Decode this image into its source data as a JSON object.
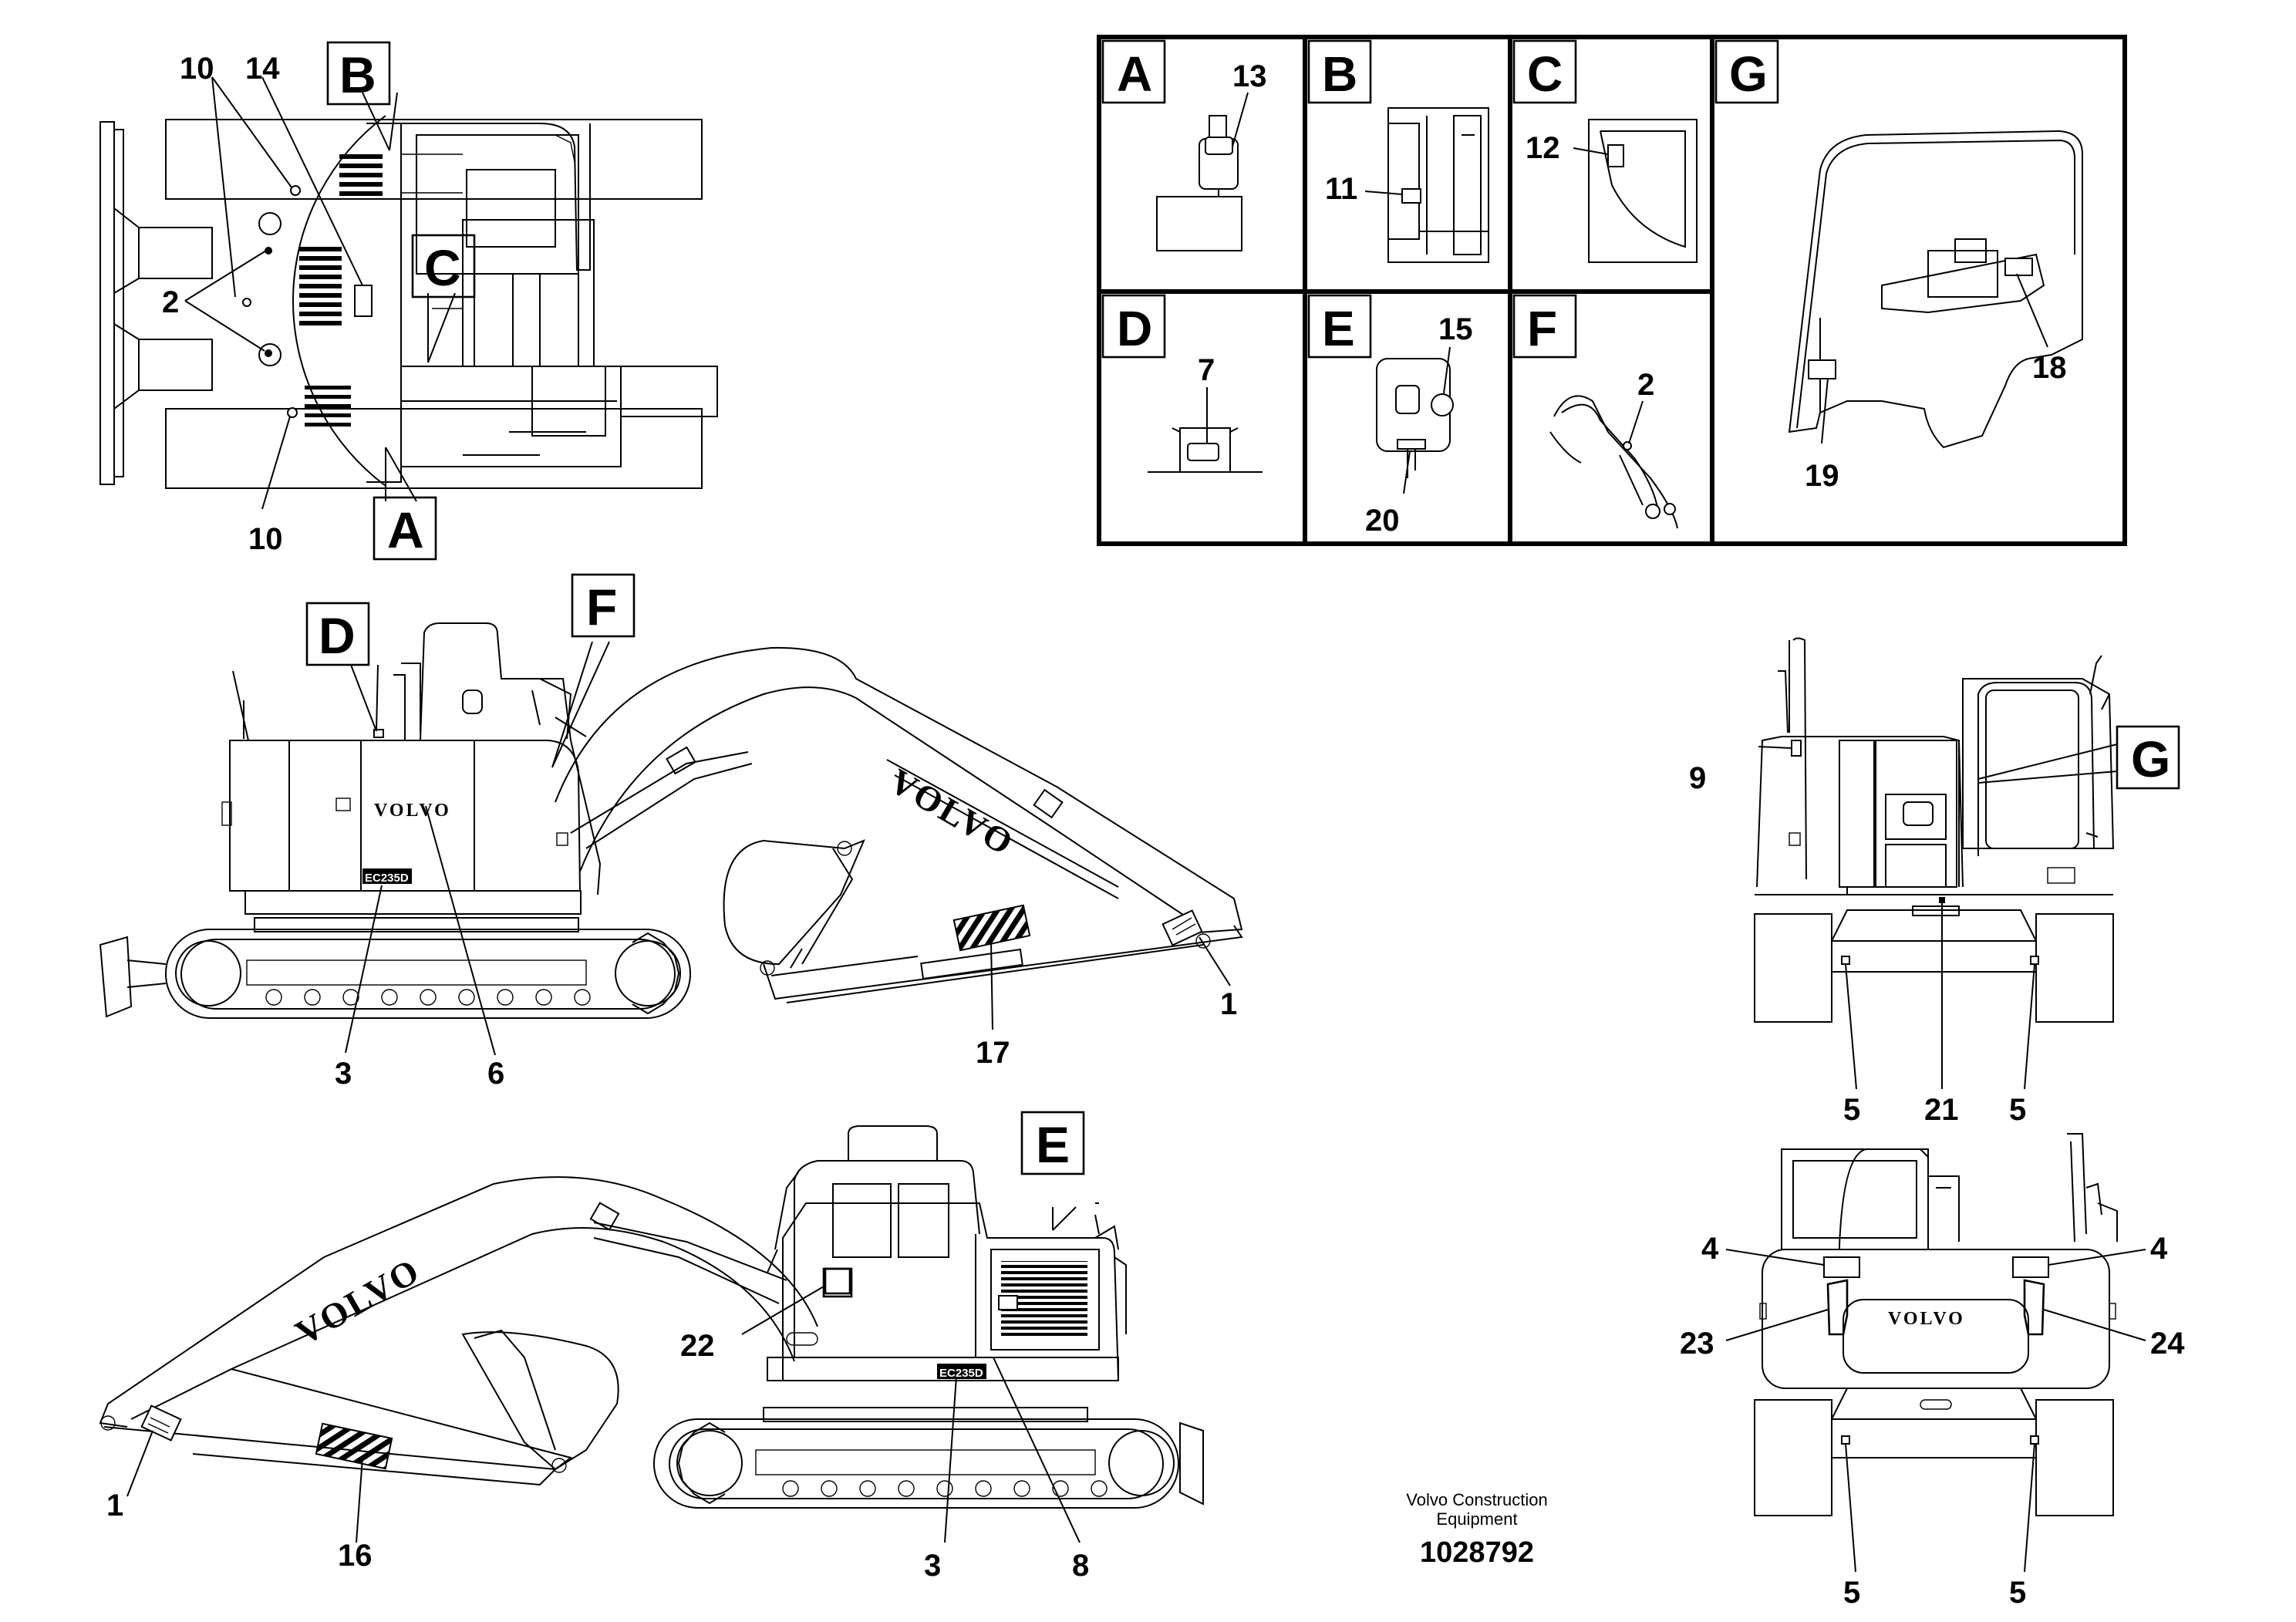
{
  "callouts": {
    "c1a": "1",
    "c1b": "1",
    "c2a": "2",
    "c2b": "2",
    "c3a": "3",
    "c3b": "3",
    "c4a": "4",
    "c4b": "4",
    "c5a": "5",
    "c5b": "5",
    "c5c": "5",
    "c5d": "5",
    "c6": "6",
    "c7": "7",
    "c8": "8",
    "c9": "9",
    "c10a": "10",
    "c10b": "10",
    "c11": "11",
    "c12": "12",
    "c13": "13",
    "c14": "14",
    "c15": "15",
    "c16": "16",
    "c17": "17",
    "c18": "18",
    "c19": "19",
    "c20": "20",
    "c21": "21",
    "c22": "22",
    "c23": "23",
    "c24": "24"
  },
  "views": {
    "a": "A",
    "b": "B",
    "c": "C",
    "d": "D",
    "e": "E",
    "f": "F",
    "g": "G"
  },
  "brand": "VOLVO",
  "model_plate": "EC235D",
  "footer": {
    "line1": "Volvo Construction",
    "line2": "Equipment",
    "drawing_number": "1028792"
  }
}
